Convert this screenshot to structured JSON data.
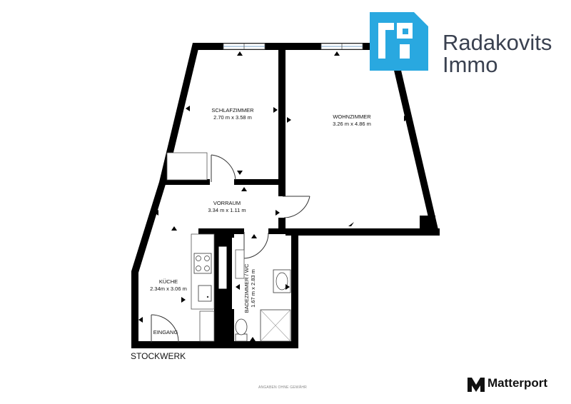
{
  "brand": {
    "name_line1": "Radakovits",
    "name_line2": "Immo",
    "logo_color": "#29a8e0",
    "text_color": "#3a4150"
  },
  "rooms": {
    "schlafzimmer": {
      "name": "SCHLAFZIMMER",
      "size": "2.70 m x 3.58 m"
    },
    "wohnzimmer": {
      "name": "WOHNZIMMER",
      "size": "3.26 m x 4.86 m"
    },
    "vorraum": {
      "name": "VORRAUM",
      "size": "3.34 m x 1.11 m"
    },
    "kueche": {
      "name": "KÜCHE",
      "size": "2.34m x 3.06 m"
    },
    "badezimmer": {
      "name": "BADEZIMMER / WC",
      "size": "1.67 m x 2.83 m"
    },
    "eingang": {
      "name": "EINGANG"
    }
  },
  "floor_label": "STOCKWERK",
  "disclaimer": "ANGABEN OHNE GEWÄHR",
  "matterport": {
    "label": "Matterport",
    "icon": "matterport-logo-icon"
  }
}
